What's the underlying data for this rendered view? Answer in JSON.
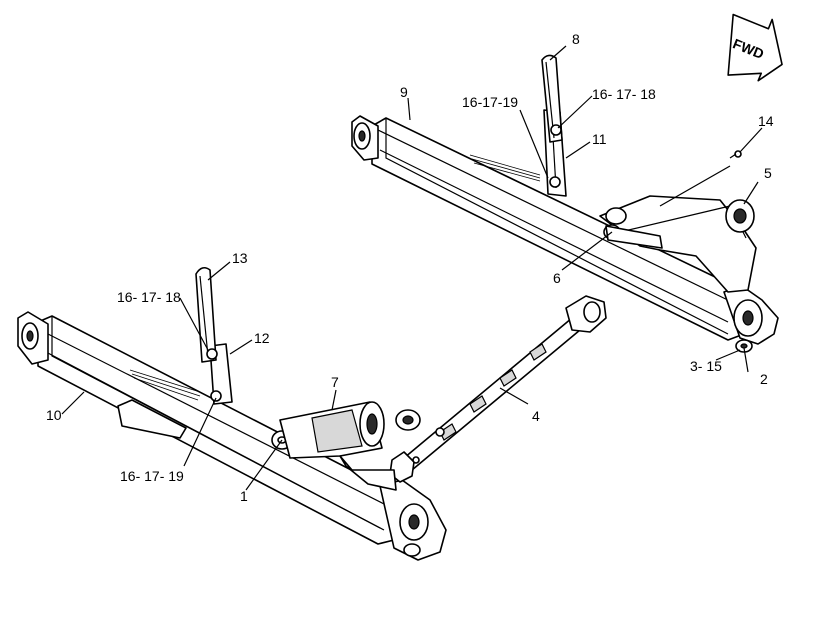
{
  "direction_arrow": {
    "label": "FWD"
  },
  "callouts": {
    "c1": "1",
    "c2": "2",
    "c3_15": "3- 15",
    "c4": "4",
    "c5": "5",
    "c6": "6",
    "c7": "7",
    "c8": "8",
    "c9": "9",
    "c10": "10",
    "c11": "11",
    "c12": "12",
    "c13": "13",
    "c14": "14",
    "c16_17_19_upper": "16-17-19",
    "c16_17_18_upper": "16- 17- 18",
    "c16_17_18_lower": "16- 17- 18",
    "c16_17_19_lower": "16- 17- 19"
  }
}
